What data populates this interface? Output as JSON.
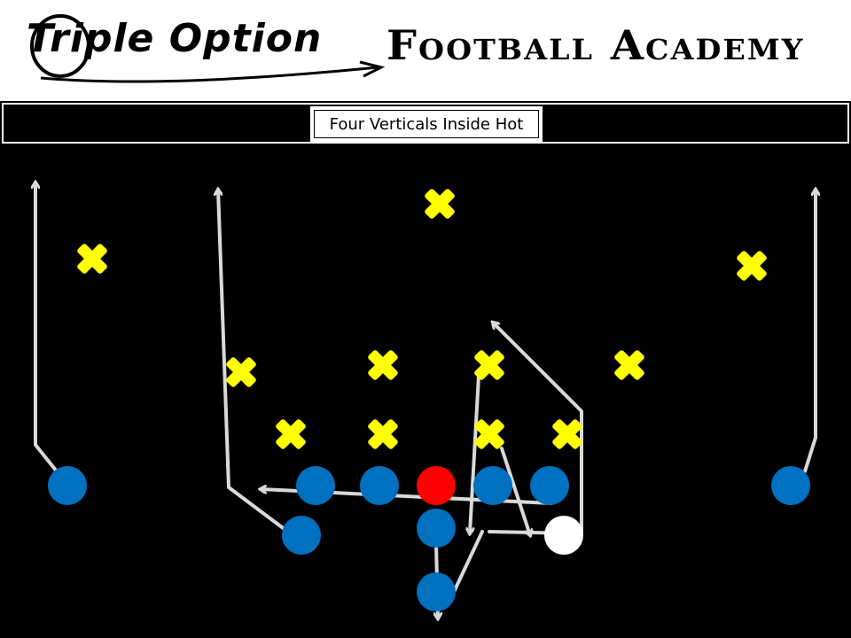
{
  "brand": {
    "script_text": "Triple Option",
    "block_text": "Football Academy"
  },
  "play": {
    "title": "Four Verticals Inside Hot"
  },
  "colors": {
    "defender": "#ffff00",
    "offense": "#0070c0",
    "center": "#ff0000",
    "hot_back": "#ffffff",
    "routes": "#d9d9d9",
    "field": "#000000"
  },
  "legend_icons": {
    "defender": "x-mark-icon",
    "offensive_player": "circle-icon",
    "route": "arrow-icon"
  }
}
